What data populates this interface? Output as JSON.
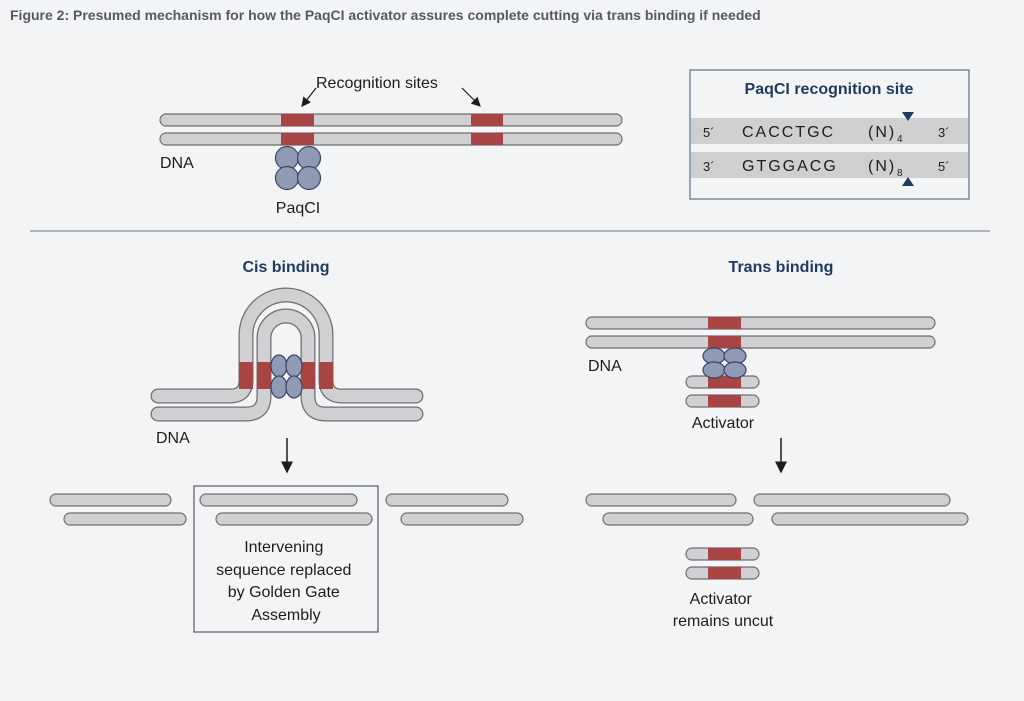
{
  "figure_title": "Figure 2: Presumed mechanism for how the PaqCI activator assures complete cutting via trans binding if needed",
  "top_panel": {
    "recognition_sites_label": "Recognition sites",
    "dna_label": "DNA",
    "enzyme_label": "PaqCI"
  },
  "recognition_box": {
    "title": "PaqCI recognition site",
    "top_strand": {
      "left_end": "5´",
      "sequence": "CACCTGC",
      "suffix": "(N)",
      "subscript": "4",
      "right_end": "3´"
    },
    "bottom_strand": {
      "left_end": "3´",
      "sequence": "GTGGACG",
      "suffix": "(N)",
      "subscript": "8",
      "right_end": "5´"
    }
  },
  "cis": {
    "heading": "Cis binding",
    "dna_label": "DNA",
    "box_text": [
      "Intervening",
      "sequence replaced",
      "by Golden Gate",
      "Assembly"
    ]
  },
  "trans": {
    "heading": "Trans binding",
    "dna_label": "DNA",
    "activator_label": "Activator",
    "result_label": [
      "Activator",
      "remains uncut"
    ]
  },
  "colors": {
    "strand_fill": "#d0d0d2",
    "strand_stroke": "#6e6e72",
    "site": "#a84444",
    "enzyme": "#8f9bb5",
    "enzyme_stroke": "#3a4566",
    "heading": "#1f3a5f",
    "arrow": "#1f3a5f"
  }
}
